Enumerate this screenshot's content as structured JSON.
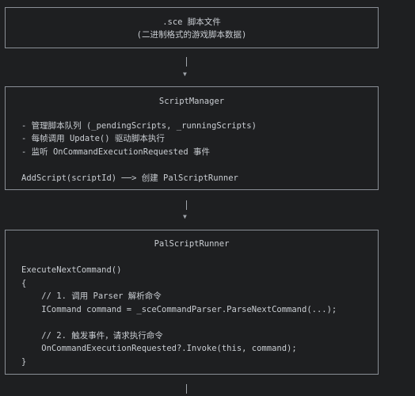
{
  "box1": {
    "title": ".sce 脚本文件",
    "subtitle": "(二进制格式的游戏脚本数据)"
  },
  "box2": {
    "title": "ScriptManager",
    "items": [
      "- 管理脚本队列 (_pendingScripts, _runningScripts)",
      "- 每帧调用 Update() 驱动脚本执行",
      "- 监听 OnCommandExecutionRequested 事件"
    ],
    "add_script": "AddScript(scriptId) ──> 创建 PalScriptRunner"
  },
  "box3": {
    "title": "PalScriptRunner",
    "code": [
      "ExecuteNextCommand()",
      "{",
      "    // 1. 调用 Parser 解析命令",
      "    ICommand command = _sceCommandParser.ParseNextCommand(...);",
      "",
      "    // 2. 触发事件，请求执行命令",
      "    OnCommandExecutionRequested?.Invoke(this, command);",
      "}"
    ]
  }
}
